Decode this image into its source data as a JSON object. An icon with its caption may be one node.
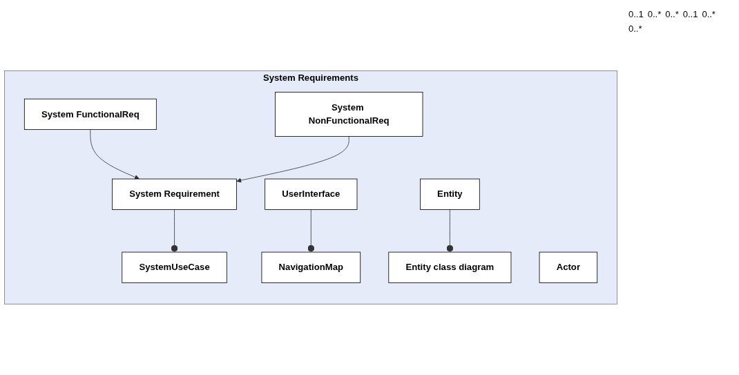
{
  "diagram": {
    "nodes": [
      {
        "text": [
          "System Requirements"
        ]
      },
      {
        "text": [
          "SystemUseCase"
        ],
        "in": 0
      },
      {
        "text": [
          "Actor"
        ],
        "in": 0
      },
      {
        "text": [
          "NavigationMap"
        ],
        "in": 0
      },
      {
        "text": [
          "Entity class diagram"
        ],
        "in": 0
      },
      {
        "text": [
          "System Requirement"
        ],
        "in": 0
      },
      {
        "text": [
          "UserInterface"
        ],
        "in": 0
      },
      {
        "text": [
          "System FunctionalReq"
        ],
        "in": 0
      },
      {
        "text": [
          "Entity"
        ],
        "in": 0
      },
      {
        "text": [
          "System NonFunctionalReq"
        ],
        "in": 0
      }
    ],
    "edges": [
      {
        "from": 5,
        "to": 1,
        "arrow": "other"
      },
      {
        "from": 7,
        "to": 5,
        "arrow": "to"
      },
      {
        "from": 9,
        "to": 5,
        "arrow": "to"
      },
      {
        "from": 6,
        "to": 3,
        "arrow": "other"
      },
      {
        "from": 8,
        "to": 4,
        "arrow": "other"
      }
    ],
    "labels": [
      "0..1",
      "0..*",
      "0..*",
      "0..1",
      "0..*",
      "0..*"
    ]
  }
}
